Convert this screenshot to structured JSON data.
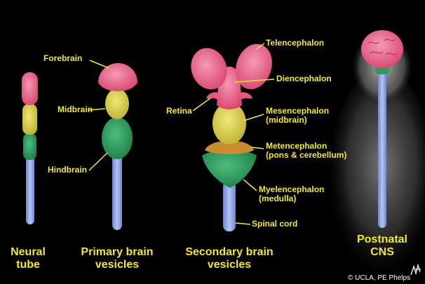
{
  "labels": {
    "forebrain": "Forebrain",
    "midbrain": "Midbrain",
    "hindbrain": "Hindbrain",
    "telencephalon": "Telencephalon",
    "diencephalon": "Diencephalon",
    "retina": "Retina",
    "mesencephalon": "Mesencephalon",
    "mesencephalon_sub": "(midbrain)",
    "metencephalon": "Metencephalon",
    "metencephalon_sub": "(pons & cerebellum)",
    "myelencephalon": "Myelencephalon",
    "myelencephalon_sub": "(medulla)",
    "spinal_cord": "Spinal cord"
  },
  "captions": {
    "neural_tube": [
      "Neural",
      "tube"
    ],
    "primary": [
      "Primary brain",
      "vesicles"
    ],
    "secondary": [
      "Secondary brain",
      "vesicles"
    ],
    "postnatal": [
      "Postnatal",
      "CNS"
    ]
  },
  "credit": "© UCLA, PE Phelps",
  "colors": {
    "background": "#000000",
    "label_text": "#f2e832",
    "forebrain_pink": "#e8577f",
    "midbrain_yellow": "#d8cf4a",
    "hindbrain_green": "#2f9a5c",
    "spinal_blue": "#8fa6e6",
    "metencephalon_orange": "#c98d2f"
  }
}
